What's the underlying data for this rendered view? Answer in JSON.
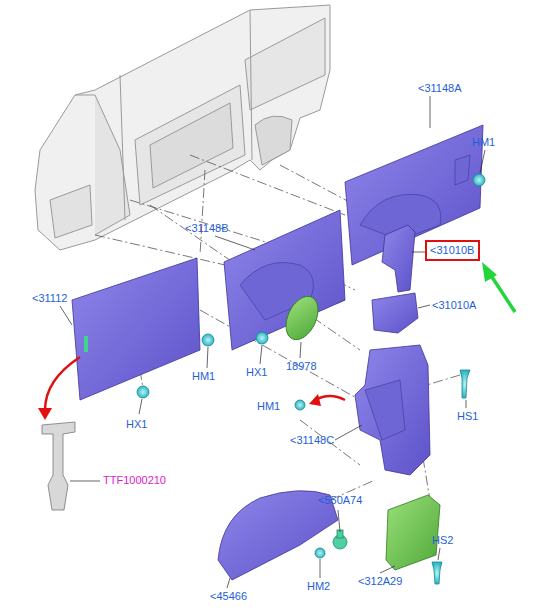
{
  "diagram": {
    "nodes": [
      {
        "text": [
          "<31010B"
        ]
      }
    ],
    "labels": [
      "<31148A",
      "HM1",
      "<31148B",
      "<31112",
      "<31010A",
      "HM1",
      "HX1",
      "18978",
      "HS1",
      "HX1",
      "HM1",
      "<31148C",
      "TTF1000210",
      "<550A74",
      "<45466",
      "HM2",
      "<312A29",
      "HS2"
    ]
  }
}
